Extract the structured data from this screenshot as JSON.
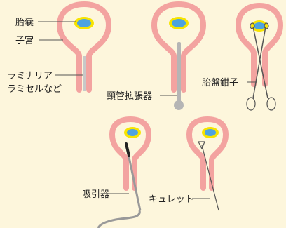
{
  "labels": {
    "gestational_sac": "胎嚢",
    "uterus": "子宮",
    "laminaria_line1": "ラミナリア",
    "laminaria_line2": "ラミセルなど",
    "cervical_dilator": "頸管拡張器",
    "placental_forceps": "胎盤鉗子",
    "suction_device": "吸引器",
    "curette": "キュレット"
  },
  "colors": {
    "background": "#fdf6dc",
    "uterus": "#f3a3a0",
    "sac_ring": "#f7e400",
    "sac": "#4da3e0",
    "instrument": "#b5b5b5",
    "instrument_dark": "#333333",
    "line": "#555555"
  }
}
